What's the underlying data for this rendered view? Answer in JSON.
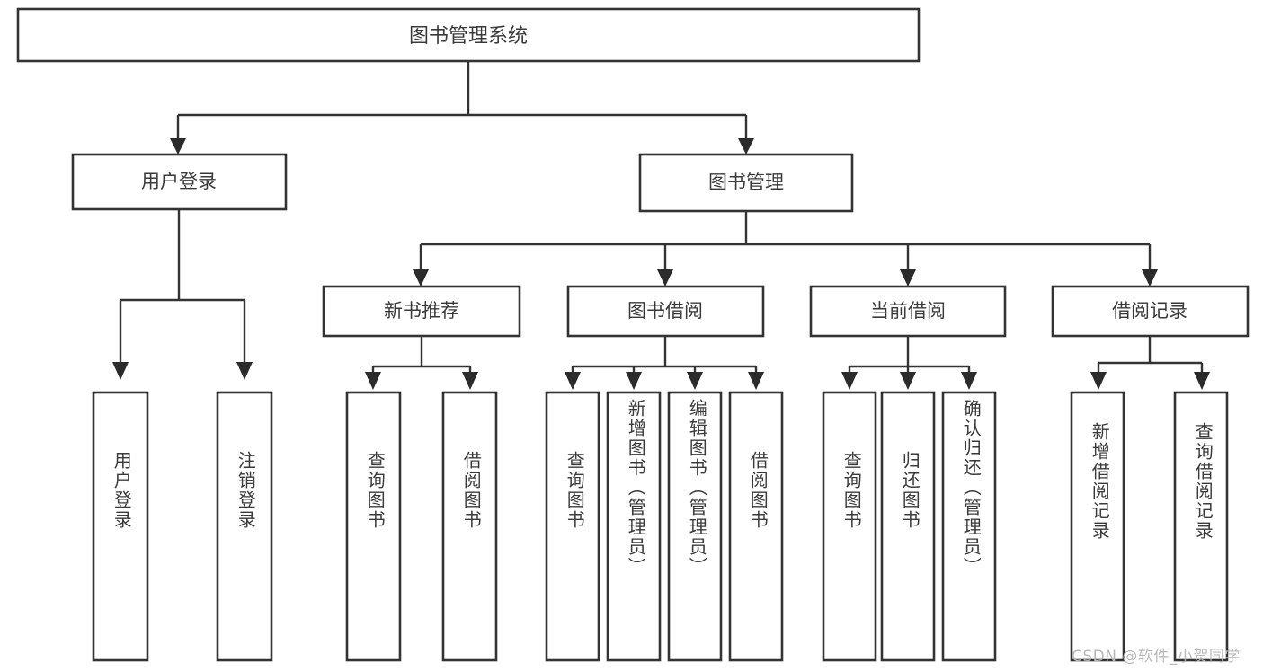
{
  "diagram": {
    "type": "tree-hierarchy-chart",
    "title": "图书管理系统",
    "orientation": "top-down",
    "colors": {
      "stroke": "#333333",
      "node_fill": "#ffffff",
      "text": "#3a3a3a",
      "background": "#ffffff",
      "watermark": "#b9b9b9"
    },
    "root": {
      "label": "图书管理系统"
    },
    "level2": [
      {
        "label": "用户登录"
      },
      {
        "label": "图书管理"
      }
    ],
    "level3": [
      {
        "label": "新书推荐"
      },
      {
        "label": "图书借阅"
      },
      {
        "label": "当前借阅"
      },
      {
        "label": "借阅记录"
      }
    ],
    "leaves": {
      "user_login": [
        {
          "label": "用户登录"
        },
        {
          "label": "注销登录"
        }
      ],
      "new_book_recommend": [
        {
          "label": "查询图书"
        },
        {
          "label": "借阅图书"
        }
      ],
      "book_borrow": [
        {
          "label": "查询图书"
        },
        {
          "label": "新增图书（管理员）"
        },
        {
          "label": "编辑图书（管理员）"
        },
        {
          "label": "借阅图书"
        }
      ],
      "current_borrow": [
        {
          "label": "查询图书"
        },
        {
          "label": "归还图书"
        },
        {
          "label": "确认归还（管理员）"
        }
      ],
      "borrow_record": [
        {
          "label": "新增借阅记录"
        },
        {
          "label": "查询借阅记录"
        }
      ]
    }
  },
  "watermark": {
    "text": "CSDN @软件_小贺同学"
  }
}
